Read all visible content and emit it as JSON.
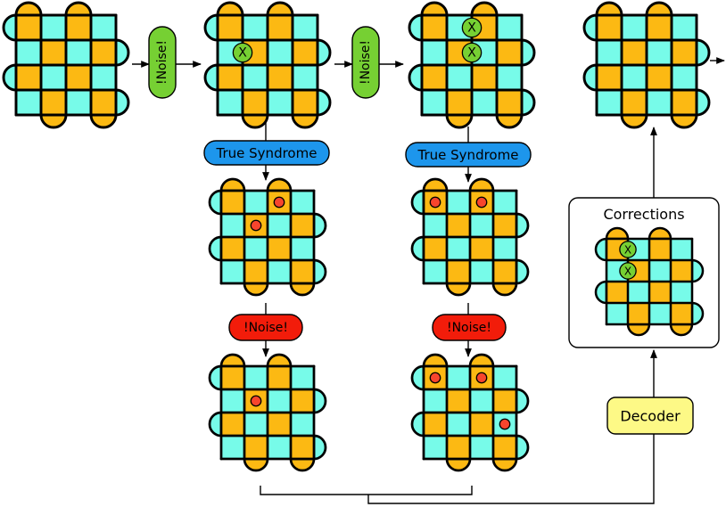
{
  "labels": {
    "noise": "!Noise!",
    "true_syndrome": "True Syndrome",
    "corrections": "Corrections",
    "decoder": "Decoder",
    "x_marker": "X"
  },
  "colors": {
    "cyan": "#77fbe9",
    "orange": "#fcb913",
    "outline": "#000000",
    "noise_green": "#76d033",
    "noise_red": "#f21c0a",
    "syndrome_blue": "#1d96ec",
    "decoder_yellow": "#fdf986",
    "x_green": "#76d033",
    "syndrome_red": "#f7452d"
  },
  "lattices": [
    {
      "id": "initial",
      "errors": [],
      "syndromes": []
    },
    {
      "id": "after-noise-1",
      "errors": [
        [
          1,
          1
        ]
      ],
      "syndromes": []
    },
    {
      "id": "after-noise-2",
      "errors": [
        [
          0,
          2
        ],
        [
          1,
          2
        ]
      ],
      "syndromes": []
    },
    {
      "id": "corrected",
      "errors": [],
      "syndromes": []
    },
    {
      "id": "true-syndrome-1",
      "errors": [],
      "syndromes": [
        [
          1,
          1
        ],
        [
          2,
          0
        ]
      ]
    },
    {
      "id": "true-syndrome-2",
      "errors": [],
      "syndromes": [
        [
          0,
          0
        ],
        [
          2,
          0
        ]
      ]
    },
    {
      "id": "measured-syndrome-1",
      "errors": [],
      "syndromes": [
        [
          1,
          1
        ]
      ]
    },
    {
      "id": "measured-syndrome-2",
      "errors": [],
      "syndromes": [
        [
          0,
          0
        ],
        [
          2,
          0
        ],
        [
          3,
          2
        ]
      ]
    },
    {
      "id": "corrections-lattice",
      "errors": [
        [
          0,
          1
        ],
        [
          1,
          1
        ]
      ],
      "syndromes": []
    }
  ]
}
